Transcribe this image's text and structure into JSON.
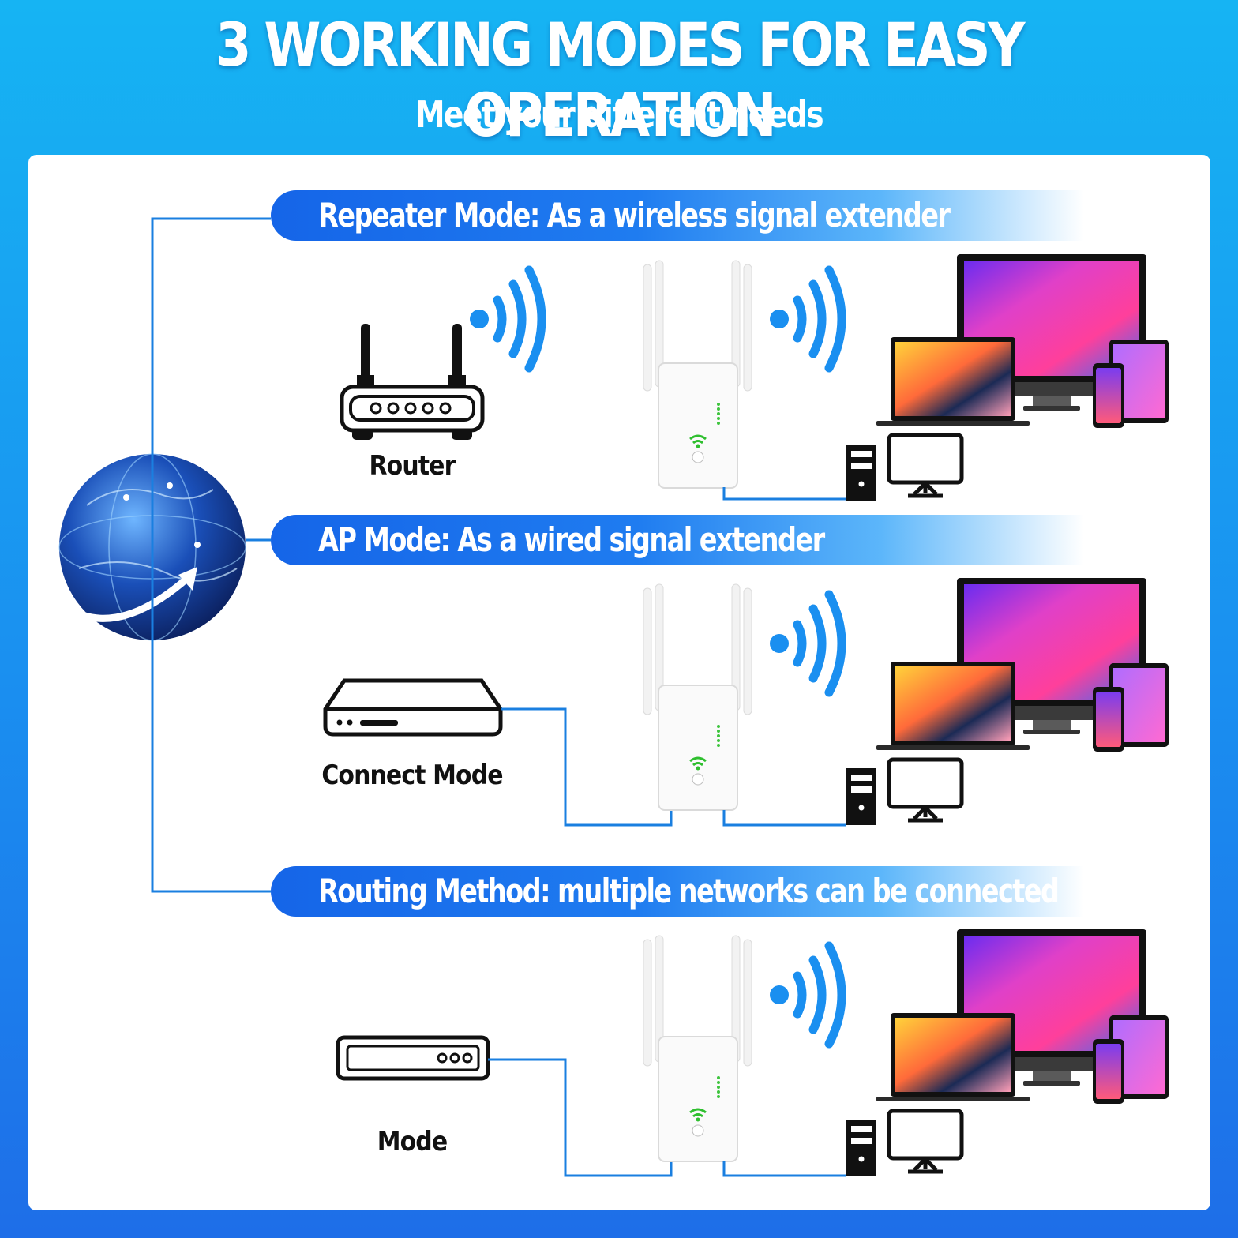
{
  "header": {
    "title": "3 WORKING MODES FOR EASY OPERATION",
    "subtitle": "Meet your different needs"
  },
  "modes": [
    {
      "title": "Repeater Mode: As a wireless signal extender",
      "device_label": "Router"
    },
    {
      "title": "AP Mode: As a wired signal extender",
      "device_label": "Connect Mode"
    },
    {
      "title": "Routing Method: multiple networks can be connected",
      "device_label": "Mode"
    }
  ],
  "colors": {
    "background_top": "#16b4f3",
    "background_bottom": "#1e6ee8",
    "banner": "#1565e8",
    "wifi_wave": "#1a8ff0",
    "connector_line": "#1a7fe0"
  }
}
